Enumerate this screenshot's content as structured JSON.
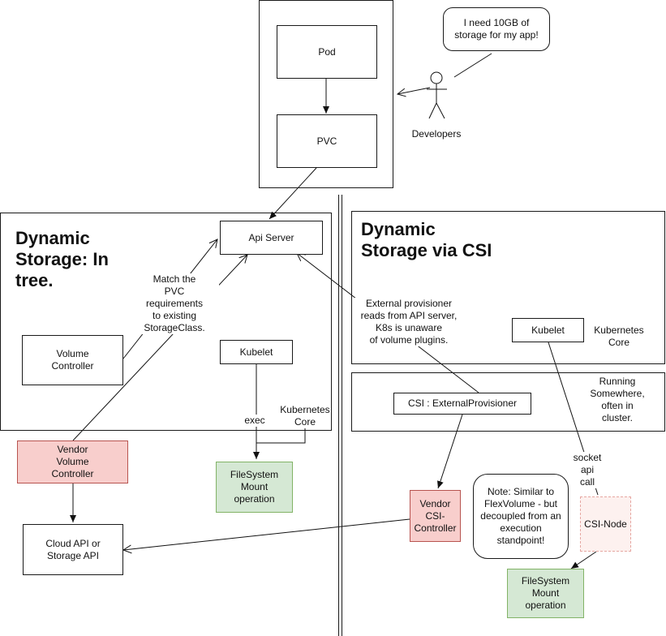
{
  "top": {
    "pod": "Pod",
    "pvc": "PVC",
    "speech": "I need 10GB of\nstorage for my app!",
    "developers": "Developers"
  },
  "left": {
    "title": "Dynamic\nStorage: In\ntree.",
    "api_server": "Api Server",
    "match_note": "Match the\nPVC\nrequirements\nto existing\nStorageClass.",
    "volume_controller": "Volume\nController",
    "kubelet": "Kubelet",
    "exec": "exec",
    "kubernetes_core": "Kubernetes\nCore",
    "vendor_volume_controller": "Vendor\nVolume\nController",
    "filesystem_mount": "FileSystem\nMount\noperation",
    "cloud_api": "Cloud API or\nStorage API"
  },
  "right": {
    "title": "Dynamic\nStorage via CSI",
    "external_note": "External provisioner\nreads from API server,\nK8s is unaware\nof volume plugins.",
    "kubelet": "Kubelet",
    "kubernetes_core": "Kubernetes\nCore",
    "running_note": "Running\nSomewhere,\noften in\ncluster.",
    "csi_external_provisioner": "CSI : ExternalProvisioner",
    "socket_note": "socket\napi\ncall",
    "vendor_csi_controller": "Vendor\nCSI-\nController",
    "flex_note": "Note: Similar to\nFlexVolume - but\ndecoupled from an\nexecution\nstandpoint!",
    "csi_node": "CSI-Node",
    "filesystem_mount": "FileSystem\nMount\noperation"
  },
  "colors": {
    "vendor_fill": "#f8cecc",
    "mount_fill": "#d5e8d4",
    "csi_node_fill": "#fdf1ef"
  }
}
